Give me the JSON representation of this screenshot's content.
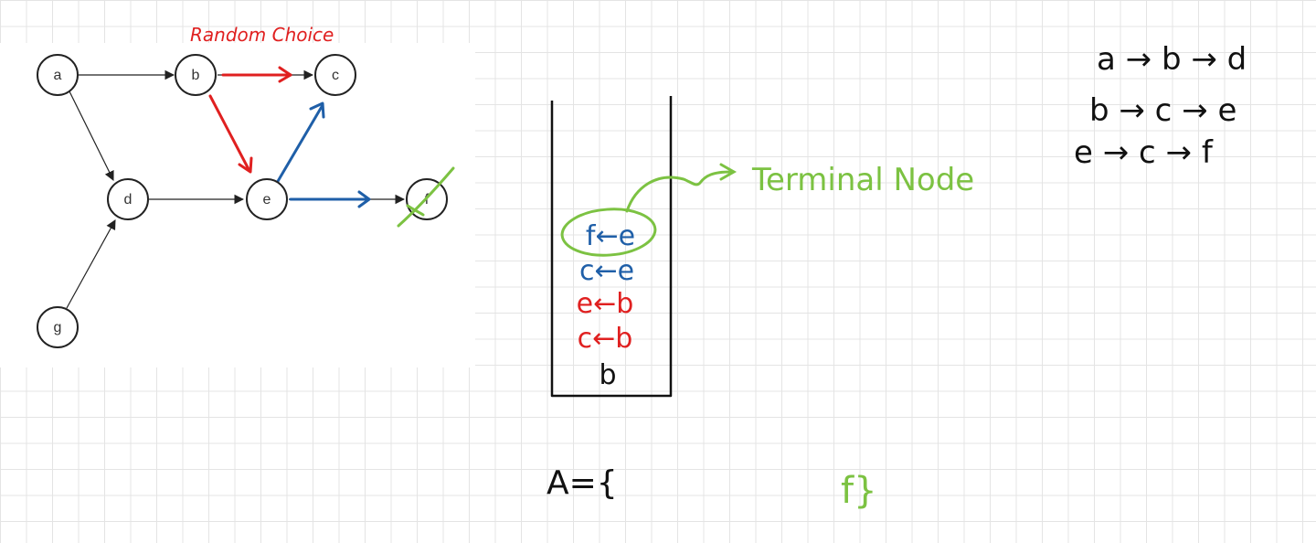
{
  "graph": {
    "nodes": [
      {
        "id": "a",
        "label": "a"
      },
      {
        "id": "b",
        "label": "b"
      },
      {
        "id": "c",
        "label": "c"
      },
      {
        "id": "d",
        "label": "d"
      },
      {
        "id": "e",
        "label": "e"
      },
      {
        "id": "f",
        "label": "f"
      },
      {
        "id": "g",
        "label": "g"
      }
    ],
    "edges": [
      {
        "from": "a",
        "to": "b",
        "color": "#222222"
      },
      {
        "from": "a",
        "to": "d",
        "color": "#222222"
      },
      {
        "from": "b",
        "to": "c",
        "color": "#222222"
      },
      {
        "from": "d",
        "to": "e",
        "color": "#222222"
      },
      {
        "from": "e",
        "to": "f",
        "color": "#222222"
      },
      {
        "from": "g",
        "to": "d",
        "color": "#222222"
      }
    ],
    "annotations": {
      "random_choice": "Random Choice",
      "red_path": [
        "b→c",
        "b→e"
      ],
      "blue_path": [
        "e→c",
        "e→f"
      ],
      "f_crossed_out": true
    }
  },
  "stack": {
    "items_top_to_bottom": [
      {
        "text": "f←e",
        "color": "#1f5fa8",
        "circled": true
      },
      {
        "text": "c←e",
        "color": "#1f5fa8"
      },
      {
        "text": "e←b",
        "color": "#e02020"
      },
      {
        "text": "c←b",
        "color": "#e02020"
      },
      {
        "text": "b",
        "color": "#111111"
      }
    ],
    "terminal_label": "Terminal Node"
  },
  "paths": [
    "a → b → d",
    "b → c → e",
    "e → c → f"
  ],
  "sets": {
    "a_label": "A={",
    "f_label": "f}"
  },
  "colors": {
    "red": "#e02020",
    "blue": "#1f5fa8",
    "green": "#7cc242",
    "black": "#111111"
  }
}
